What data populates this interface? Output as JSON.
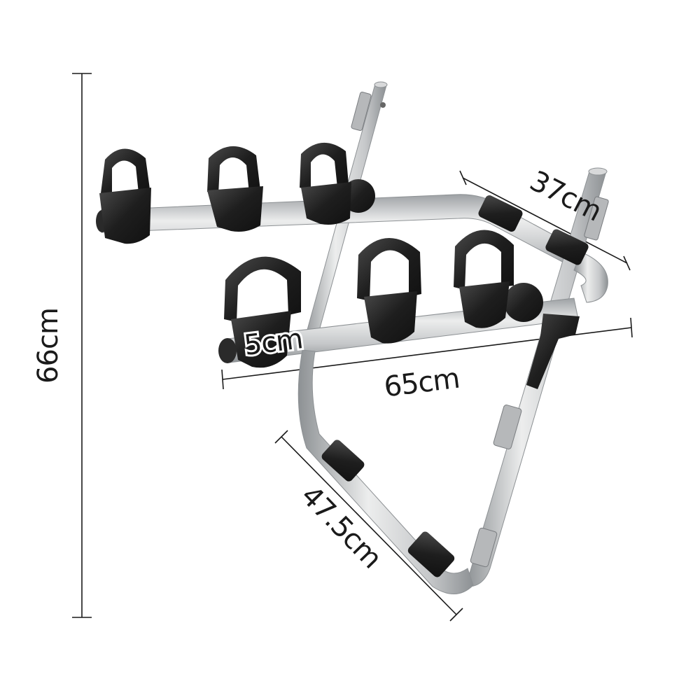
{
  "photo": {
    "subject": "bike-rack"
  },
  "dimensions": {
    "height": "66cm",
    "depth": "37cm",
    "width": "65cm",
    "tube": "5cm",
    "frame": "47.5cm"
  },
  "colors": {
    "background": "#ffffff",
    "line": "#1a1a1a",
    "tube": "#c6c8ca",
    "tube_highlight": "#eceded",
    "tube_shadow": "#8d9194",
    "rubber": "#1e1e1e",
    "rubber_highlight": "#4a4a4a"
  }
}
